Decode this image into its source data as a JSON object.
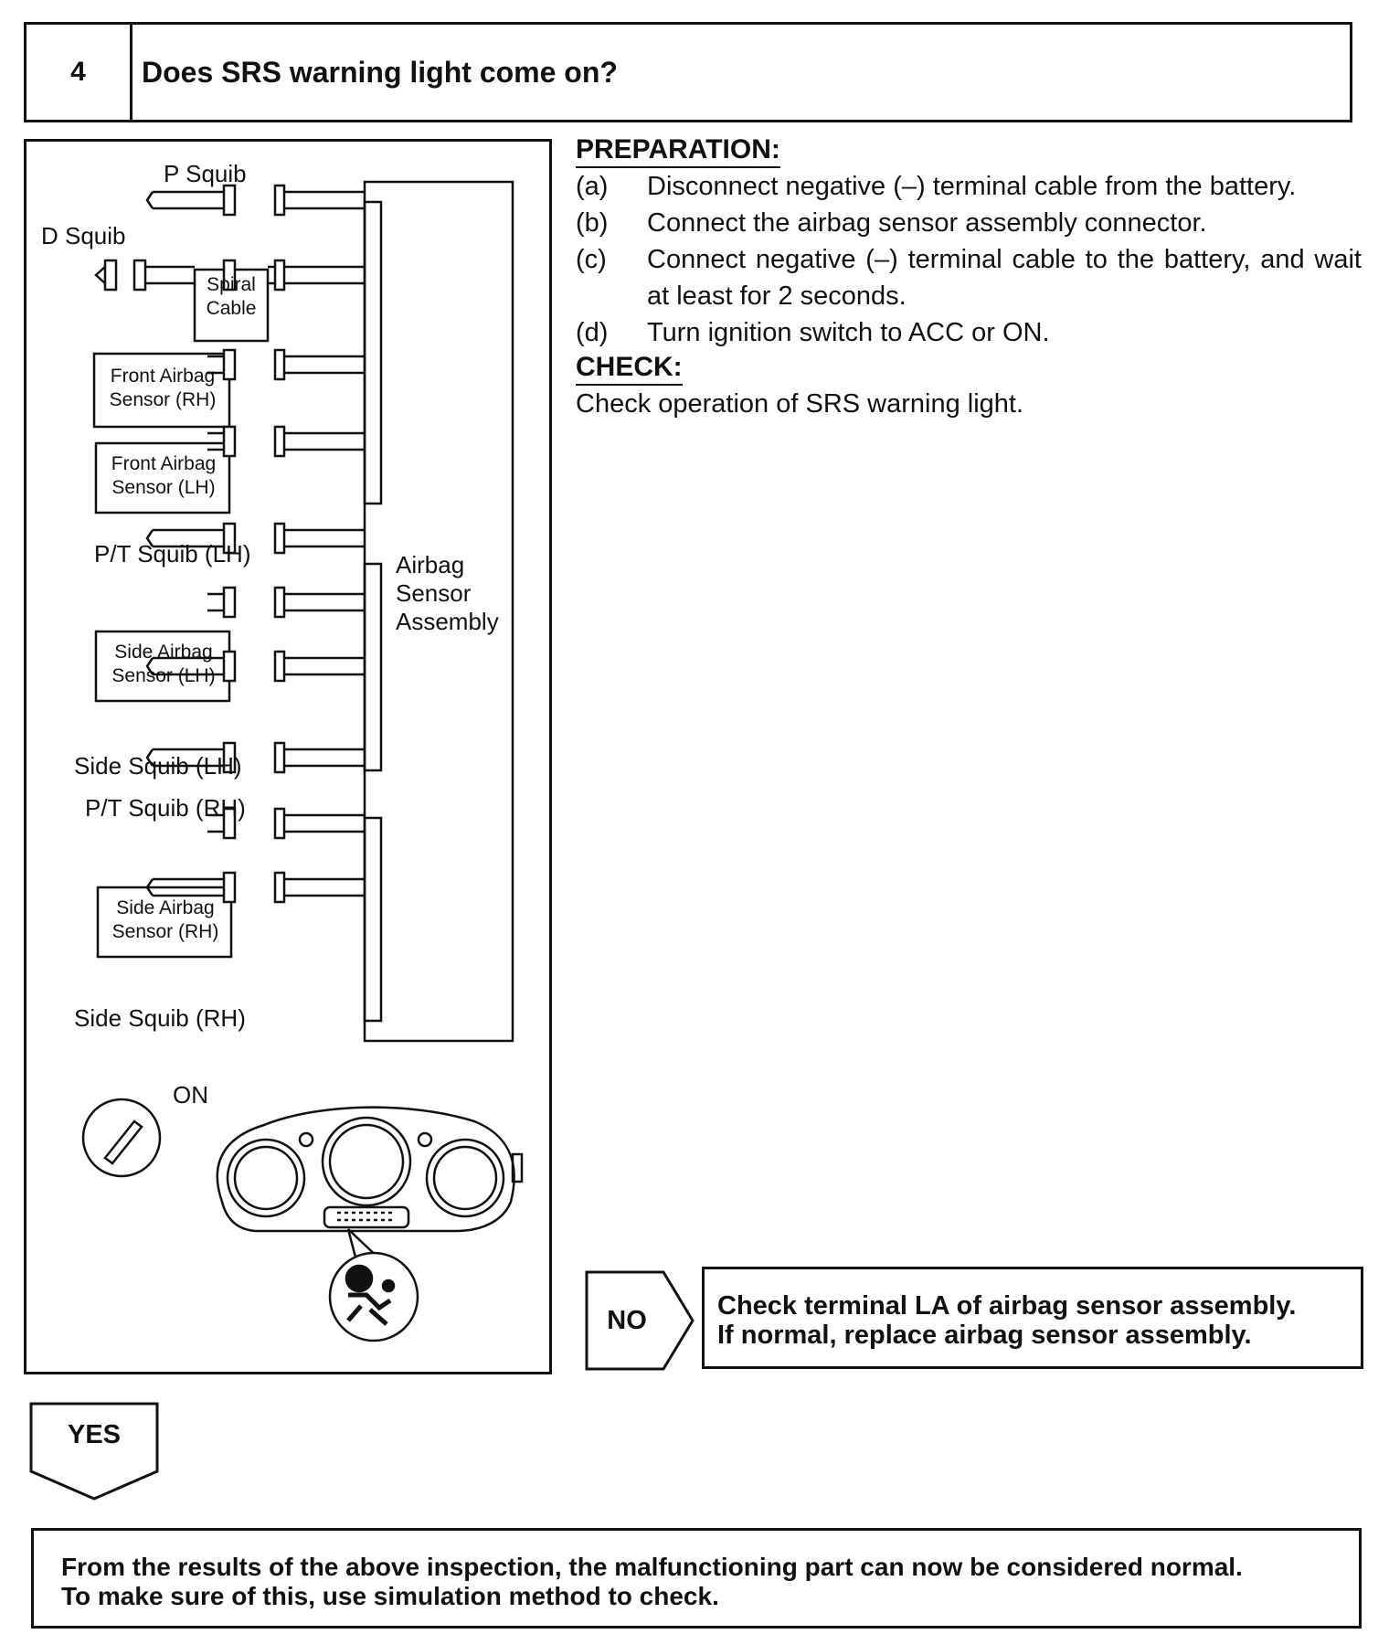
{
  "header": {
    "step_number": "4",
    "question": "Does SRS warning light come on?"
  },
  "diagram": {
    "labels": {
      "p_squib": "P Squib",
      "d_squib": "D Squib",
      "spiral_cable_1": "Spiral",
      "spiral_cable_2": "Cable",
      "front_rh_1": "Front Airbag",
      "front_rh_2": "Sensor (RH)",
      "front_lh_1": "Front Airbag",
      "front_lh_2": "Sensor (LH)",
      "pt_squib_lh": "P/T Squib (LH)",
      "side_lh_1": "Side Airbag",
      "side_lh_2": "Sensor (LH)",
      "side_squib_lh": "Side Squib (LH)",
      "pt_squib_rh": "P/T Squib (RH)",
      "side_rh_1": "Side Airbag",
      "side_rh_2": "Sensor (RH)",
      "side_squib_rh": "Side Squib (RH)",
      "assembly_1": "Airbag",
      "assembly_2": "Sensor",
      "assembly_3": "Assembly",
      "ignition_on": "ON"
    }
  },
  "preparation": {
    "heading": "PREPARATION:",
    "steps": [
      {
        "letter": "(a)",
        "text": "Disconnect negative (–) terminal cable from the battery."
      },
      {
        "letter": "(b)",
        "text": "Connect the airbag sensor assembly connector."
      },
      {
        "letter": "(c)",
        "text": "Connect negative (–) terminal cable to the battery, and wait at least for 2 seconds."
      },
      {
        "letter": "(d)",
        "text": "Turn ignition switch to ACC or ON."
      }
    ]
  },
  "check": {
    "heading": "CHECK:",
    "text": "Check operation of SRS warning light."
  },
  "no_branch": {
    "label": "NO",
    "line1": "Check terminal LA of airbag sensor assembly.",
    "line2": "If normal, replace airbag sensor assembly."
  },
  "yes_branch": {
    "label": "YES"
  },
  "conclusion": {
    "line1": "From the results of the above inspection, the malfunctioning part can now be considered normal.",
    "line2": "To make sure of this, use simulation method to check."
  }
}
